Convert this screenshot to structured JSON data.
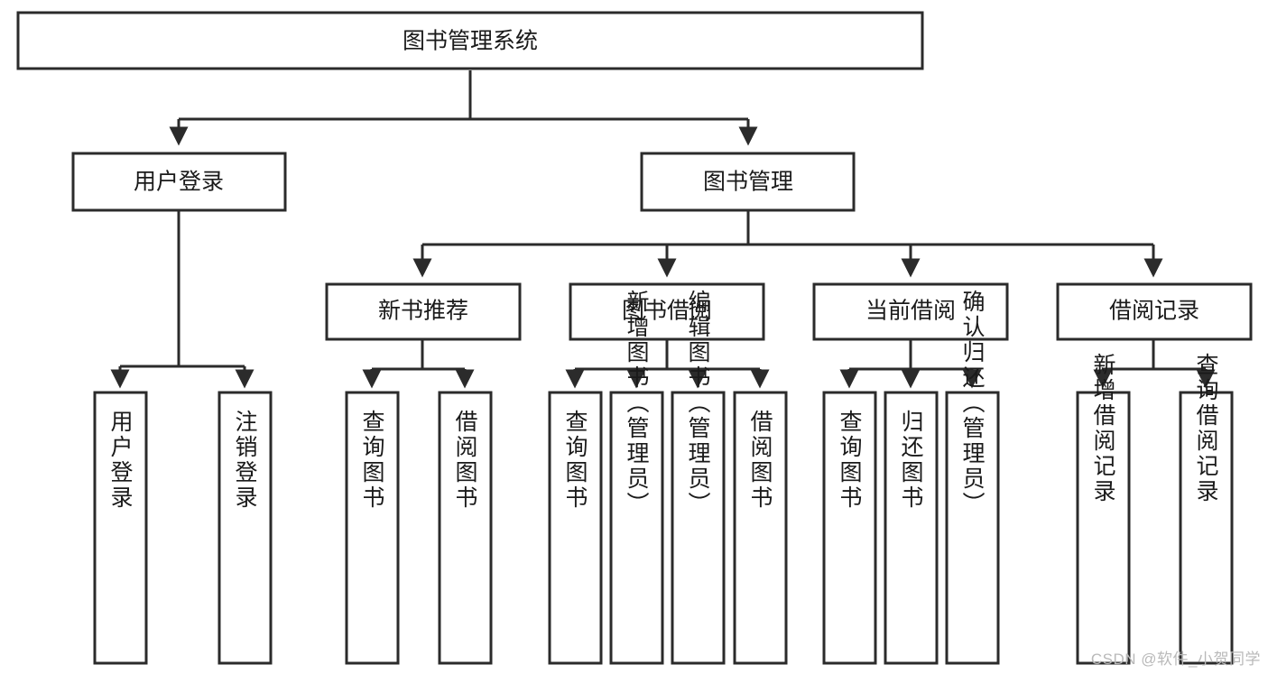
{
  "diagram": {
    "type": "tree-hierarchy",
    "orientation": "top-down",
    "root": {
      "id": "root",
      "label": "图书管理系统"
    },
    "level2": [
      {
        "id": "user-login",
        "label": "用户登录"
      },
      {
        "id": "book-manage",
        "label": "图书管理"
      }
    ],
    "level3": [
      {
        "id": "new-book-rec",
        "label": "新书推荐",
        "parent": "book-manage"
      },
      {
        "id": "book-borrow",
        "label": "图书借阅",
        "parent": "book-manage"
      },
      {
        "id": "current-borrow",
        "label": "当前借阅",
        "parent": "book-manage"
      },
      {
        "id": "borrow-record",
        "label": "借阅记录",
        "parent": "book-manage"
      }
    ],
    "leaves": [
      {
        "id": "leaf-user-login",
        "label": "用户登录",
        "parent": "user-login"
      },
      {
        "id": "leaf-user-logout",
        "label": "注销登录",
        "parent": "user-login"
      },
      {
        "id": "leaf-query-book-1",
        "label": "查询图书",
        "parent": "new-book-rec"
      },
      {
        "id": "leaf-borrow-book-1",
        "label": "借阅图书",
        "parent": "new-book-rec"
      },
      {
        "id": "leaf-query-book-2",
        "label": "查询图书",
        "parent": "book-borrow"
      },
      {
        "id": "leaf-add-book",
        "label": "新增图书（管理员）",
        "parent": "book-borrow"
      },
      {
        "id": "leaf-edit-book",
        "label": "编辑图书（管理员）",
        "parent": "book-borrow"
      },
      {
        "id": "leaf-borrow-book-2",
        "label": "借阅图书",
        "parent": "book-borrow"
      },
      {
        "id": "leaf-query-book-3",
        "label": "查询图书",
        "parent": "current-borrow"
      },
      {
        "id": "leaf-return-book",
        "label": "归还图书",
        "parent": "current-borrow"
      },
      {
        "id": "leaf-confirm-return",
        "label": "确认归还（管理员）",
        "parent": "current-borrow"
      },
      {
        "id": "leaf-add-record",
        "label": "新增借阅记录",
        "parent": "borrow-record"
      },
      {
        "id": "leaf-query-record",
        "label": "查询借阅记录",
        "parent": "borrow-record"
      }
    ]
  },
  "watermark": {
    "text": "CSDN @软件_小贺同学"
  },
  "colors": {
    "box_stroke": "#2b2b2b",
    "box_fill": "#ffffff",
    "text": "#1a1a1a",
    "watermark": "#b9b9b9",
    "background": "#ffffff"
  }
}
